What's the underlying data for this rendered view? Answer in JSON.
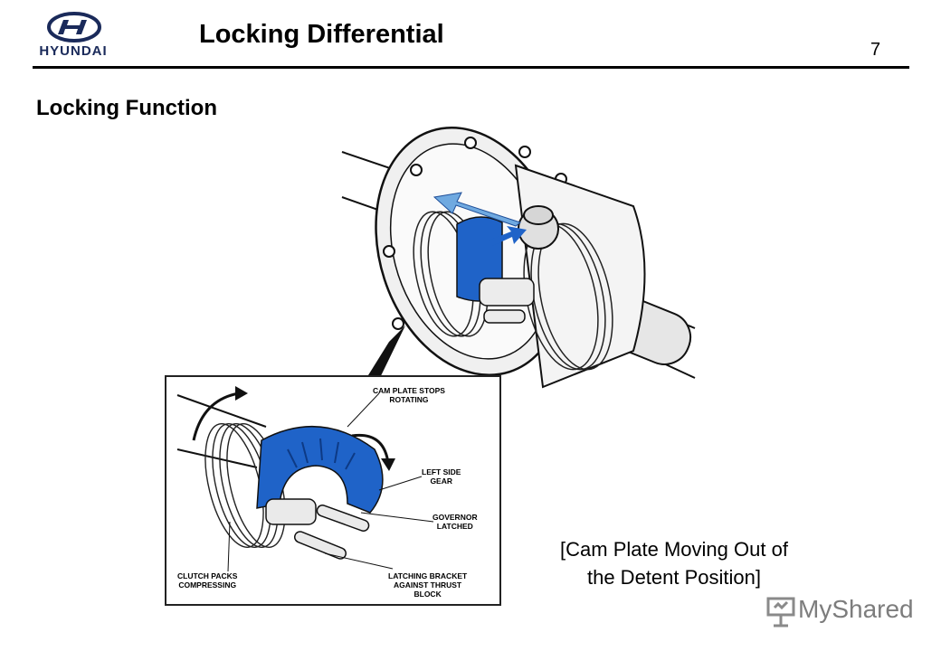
{
  "header": {
    "brand": "HYUNDAI",
    "title": "Locking Differential",
    "page_number": "7"
  },
  "content": {
    "subtitle": "Locking Function",
    "caption": "[Cam Plate Moving Out of\nthe Detent Position]",
    "callouts": {
      "cam_plate": "CAM PLATE STOPS\nROTATING",
      "left_side_gear": "LEFT SIDE\nGEAR",
      "governor": "GOVERNOR\nLATCHED",
      "clutch_packs": "CLUTCH PACKS\nCOMPRESSING",
      "latching_bracket": "LATCHING BRACKET\nAGAINST THRUST\nBLOCK"
    }
  },
  "watermark": {
    "text": "MyShared"
  },
  "colors": {
    "accent_blue": "#1f63c8",
    "arrow_light_blue": "#6fa9e0",
    "rule": "#000000",
    "watermark_gray": "#7d7d7d"
  }
}
